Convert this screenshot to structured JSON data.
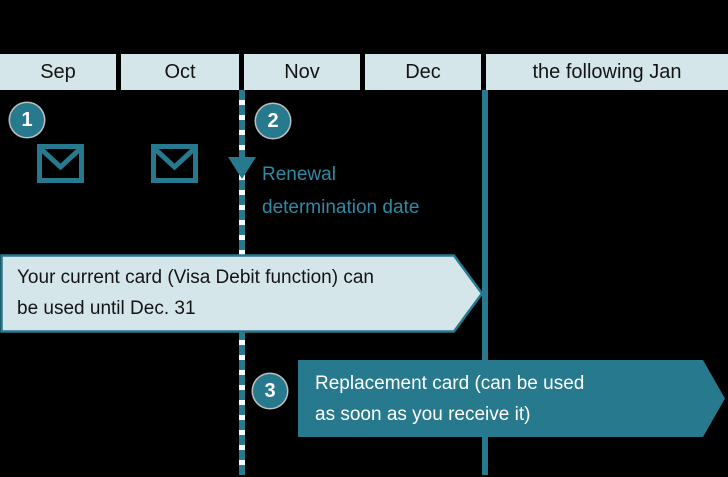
{
  "header": {
    "months": [
      "Sep",
      "Oct",
      "Nov",
      "Dec",
      "the following Jan"
    ]
  },
  "steps": {
    "one": "1",
    "two": "2",
    "three": "3"
  },
  "renewal": {
    "line1": "Renewal",
    "line2": "determination date"
  },
  "banner_current": {
    "line1": "Your current card (Visa Debit function) can",
    "line2": "be used until Dec. 31"
  },
  "banner_replacement": {
    "line1": "Replacement card (can be used",
    "line2": "as soon as you receive it)"
  },
  "icons": {
    "mail_sep": "envelope-icon",
    "mail_oct": "envelope-icon",
    "renewal_marker": "down-arrow-icon"
  },
  "colors": {
    "background": "#000000",
    "accent": "#27798e",
    "accent_text": "#2e8aa6",
    "panel": "#d5e6ea",
    "text_dark": "#141414",
    "text_light": "#ffffff"
  }
}
